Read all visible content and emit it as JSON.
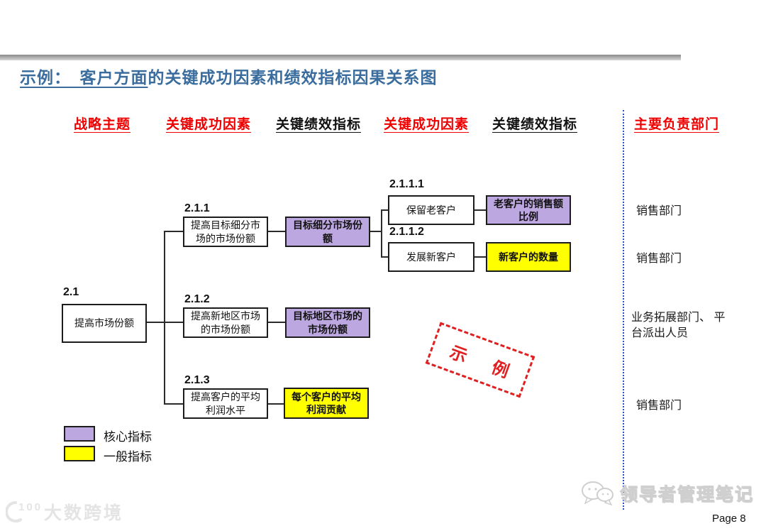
{
  "slide": {
    "title_underlined": "示例：　客户方面",
    "title_rest": "的关键成功因素和绩效指标因果关系图",
    "page_label": "Page 8"
  },
  "headers": [
    {
      "label": "战略主题",
      "color": "#ee0000"
    },
    {
      "label": "关键成功因素",
      "color": "#ee0000"
    },
    {
      "label": "关键绩效指标",
      "color": "#111111"
    },
    {
      "label": "关键成功因素",
      "color": "#ee0000"
    },
    {
      "label": "关键绩效指标",
      "color": "#111111"
    },
    {
      "label": "主要负责部门",
      "color": "#ee0000"
    }
  ],
  "diagram": {
    "root": {
      "id": "2.1",
      "text": "提高市场份额",
      "children": [
        {
          "id": "2.1.1",
          "text": "提高目标细分市场的市场份额",
          "kpi": {
            "text": "目标细分市场份额",
            "type": "core"
          },
          "children": [
            {
              "id": "2.1.1.1",
              "text": "保留老客户",
              "kpi": {
                "text": "老客户的销售额比例",
                "type": "core"
              },
              "dept": "销售部门"
            },
            {
              "id": "2.1.1.2",
              "text": "发展新客户",
              "kpi": {
                "text": "新客户的数量",
                "type": "general"
              },
              "dept": "销售部门"
            }
          ]
        },
        {
          "id": "2.1.2",
          "text": "提高新地区市场的市场份额",
          "kpi": {
            "text": "目标地区市场的市场份额",
            "type": "core"
          },
          "dept": "业务拓展部门、 平台派出人员"
        },
        {
          "id": "2.1.3",
          "text": "提高客户的平均利润水平",
          "kpi": {
            "text": "每个客户的平均利润贡献",
            "type": "general"
          },
          "dept": "销售部门"
        }
      ]
    }
  },
  "legend": {
    "items": [
      {
        "label": "核心指标",
        "color": "#bda7e1"
      },
      {
        "label": "一般指标",
        "color": "#ffff00"
      }
    ]
  },
  "stamp": {
    "text": "示 例",
    "color": "#e02020"
  },
  "watermarks": {
    "bottom_left": "大数跨境",
    "bottom_left_logo": "100",
    "bottom_right": "领导者管理笔记"
  },
  "colors": {
    "title_blue": "#3a6d9e",
    "header_red": "#ee0000",
    "core_purple": "#bda7e1",
    "general_yellow": "#ffff00",
    "separator_blue": "#3050c8",
    "stamp_red": "#e02020"
  }
}
